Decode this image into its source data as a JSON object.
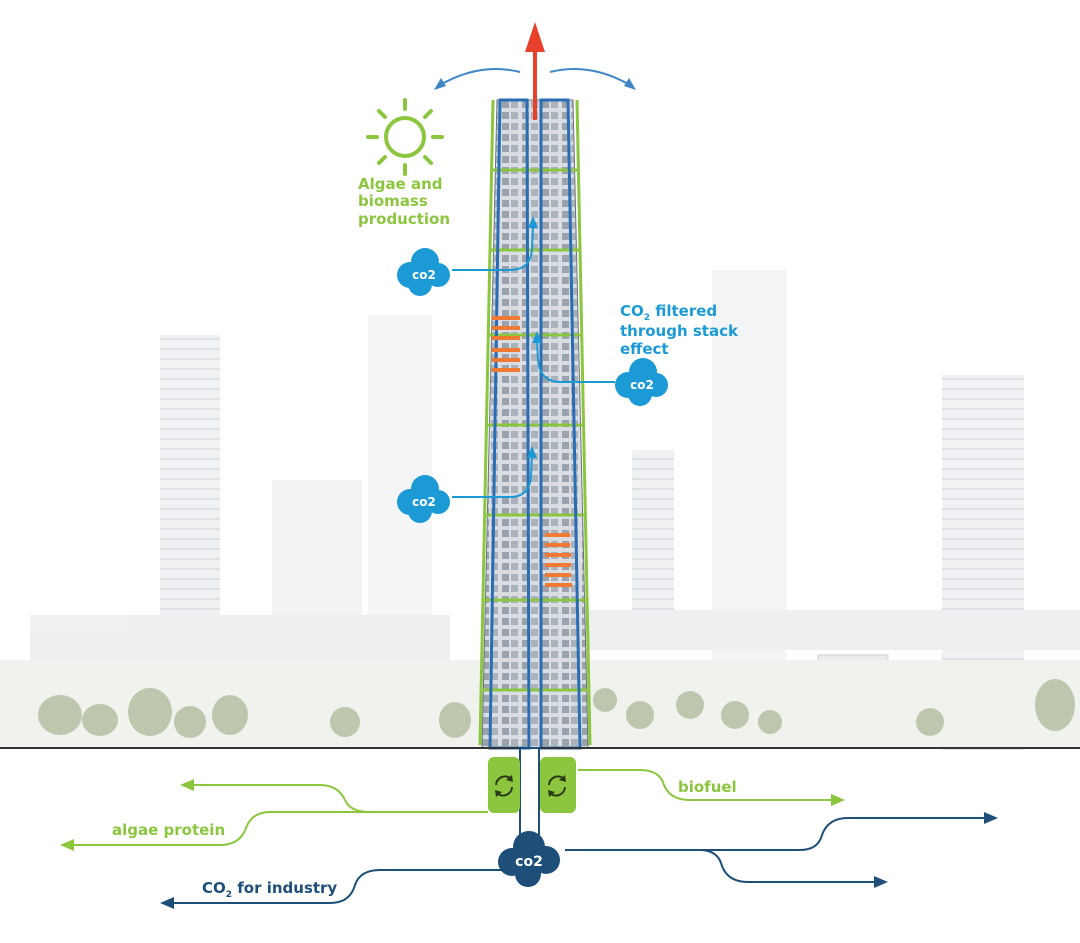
{
  "labels": {
    "algae_production": [
      "Algae and",
      "biomass",
      "production"
    ],
    "co2_filtered": {
      "line1_main": "CO",
      "line1_sub": "2",
      "line1_rest": " filtered",
      "line2": "through stack",
      "line3": "effect"
    },
    "biofuel": "biofuel",
    "algae_protein": "algae protein",
    "co2_industry": {
      "main": "CO",
      "sub": "2",
      "rest": " for industry"
    }
  },
  "cloud_badges": [
    "co2",
    "co2",
    "co2",
    "co2"
  ],
  "icons": {
    "sun": "sun-icon",
    "cloud": "cloud-icon",
    "generator": "recycle-arrows-icon",
    "exhaust_arrow": "arrow-up-icon"
  },
  "colors": {
    "algae_green": "#8cc63f",
    "co2_blue": "#1b9ad6",
    "industry_blue": "#1e4f78",
    "exhaust_red": "#e8402a",
    "tower_frame": "#2a6db5",
    "heat_orange": "#f07a33"
  }
}
